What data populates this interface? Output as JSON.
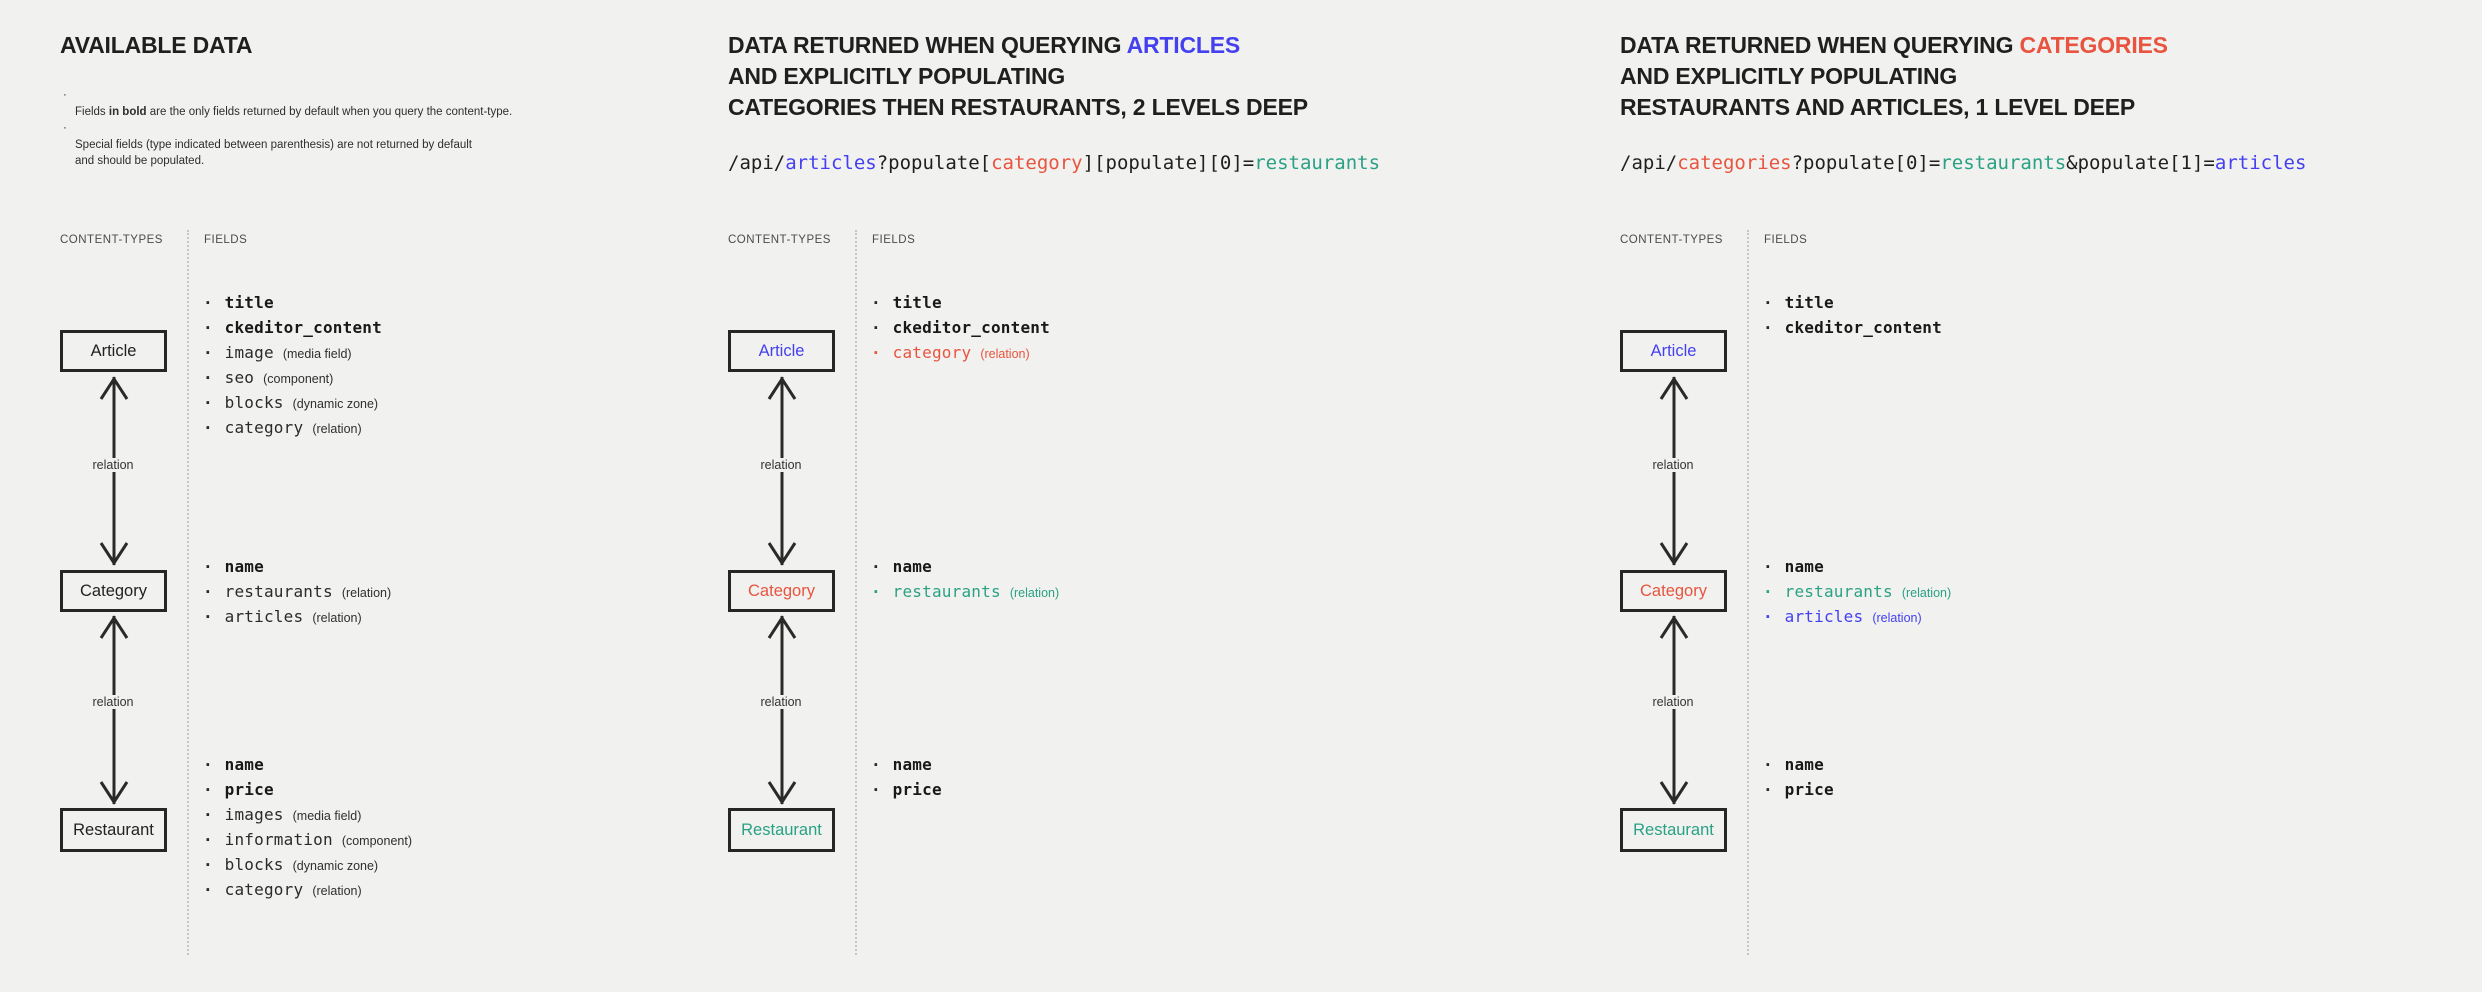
{
  "colors": {
    "background": "#f1f1ef",
    "ink": "#1f1f1f",
    "blue": "#4440f0",
    "red": "#e8543f",
    "teal": "#2aa184",
    "muted_label": "#4b4b4b"
  },
  "panels": [
    {
      "name": "available-data",
      "title_lines": [
        {
          "parts": [
            {
              "t": "AVAILABLE DATA",
              "cls": "seg c-ink"
            }
          ]
        }
      ],
      "notes": [
        {
          "parts": [
            {
              "t": "Fields ",
              "cls": "seg"
            },
            {
              "t": "in bold",
              "cls": "seg n-bold"
            },
            {
              "t": " are the only fields returned by default when you query the content-type.",
              "cls": "seg"
            }
          ]
        },
        {
          "parts": [
            {
              "t": "Special fields (type indicated between parenthesis) are not returned by default\nand should be populated.",
              "cls": "seg"
            }
          ]
        }
      ],
      "diagram": {
        "content_types_label": "CONTENT-TYPES",
        "fields_label": "FIELDS",
        "relation_label": "relation",
        "nodes": [
          {
            "label": "Article",
            "cls": "node-box nb-ink",
            "fields": [
              {
                "name": "title",
                "type": "",
                "cls": "fi bold"
              },
              {
                "name": "ckeditor_content",
                "type": "",
                "cls": "fi bold"
              },
              {
                "name": "image",
                "type": "(media field)",
                "cls": "fi"
              },
              {
                "name": "seo",
                "type": "(component)",
                "cls": "fi"
              },
              {
                "name": "blocks",
                "type": "(dynamic zone)",
                "cls": "fi"
              },
              {
                "name": "category",
                "type": "(relation)",
                "cls": "fi"
              }
            ]
          },
          {
            "label": "Category",
            "cls": "node-box nb-ink",
            "fields": [
              {
                "name": "name",
                "type": "",
                "cls": "fi bold"
              },
              {
                "name": "restaurants",
                "type": "(relation)",
                "cls": "fi"
              },
              {
                "name": "articles",
                "type": "(relation)",
                "cls": "fi"
              }
            ]
          },
          {
            "label": "Restaurant",
            "cls": "node-box nb-ink",
            "fields": [
              {
                "name": "name",
                "type": "",
                "cls": "fi bold"
              },
              {
                "name": "price",
                "type": "",
                "cls": "fi bold"
              },
              {
                "name": "images",
                "type": "(media field)",
                "cls": "fi"
              },
              {
                "name": "information",
                "type": "(component)",
                "cls": "fi"
              },
              {
                "name": "blocks",
                "type": "(dynamic zone)",
                "cls": "fi"
              },
              {
                "name": "category",
                "type": "(relation)",
                "cls": "fi"
              }
            ]
          }
        ]
      }
    },
    {
      "name": "query-articles",
      "title_lines": [
        {
          "parts": [
            {
              "t": "DATA RETURNED WHEN QUERYING ",
              "cls": "seg c-ink"
            },
            {
              "t": "ARTICLES",
              "cls": "seg c-blue"
            }
          ]
        },
        {
          "parts": [
            {
              "t": "AND EXPLICITLY POPULATING",
              "cls": "seg c-ink"
            }
          ]
        },
        {
          "parts": [
            {
              "t": "CATEGORIES THEN RESTAURANTS, 2 LEVELS DEEP",
              "cls": "seg c-ink"
            }
          ]
        }
      ],
      "api": [
        {
          "t": "/api/",
          "cls": "seg c-ink"
        },
        {
          "t": "articles",
          "cls": "seg c-blue"
        },
        {
          "t": "?populate[",
          "cls": "seg c-ink"
        },
        {
          "t": "category",
          "cls": "seg c-red"
        },
        {
          "t": "][populate][0]=",
          "cls": "seg c-ink"
        },
        {
          "t": "restaurants",
          "cls": "seg c-teal"
        }
      ],
      "diagram": {
        "content_types_label": "CONTENT-TYPES",
        "fields_label": "FIELDS",
        "relation_label": "relation",
        "nodes": [
          {
            "label": "Article",
            "cls": "node-box nb-blue",
            "fields": [
              {
                "name": "title",
                "type": "",
                "cls": "fi bold"
              },
              {
                "name": "ckeditor_content",
                "type": "",
                "cls": "fi bold"
              },
              {
                "name": "category",
                "type": "(relation)",
                "cls": "fi c-red"
              }
            ]
          },
          {
            "label": "Category",
            "cls": "node-box nb-red",
            "fields": [
              {
                "name": "name",
                "type": "",
                "cls": "fi bold"
              },
              {
                "name": "restaurants",
                "type": "(relation)",
                "cls": "fi c-teal"
              }
            ]
          },
          {
            "label": "Restaurant",
            "cls": "node-box nb-teal",
            "fields": [
              {
                "name": "name",
                "type": "",
                "cls": "fi bold"
              },
              {
                "name": "price",
                "type": "",
                "cls": "fi bold"
              }
            ]
          }
        ]
      }
    },
    {
      "name": "query-categories",
      "title_lines": [
        {
          "parts": [
            {
              "t": "DATA RETURNED WHEN QUERYING ",
              "cls": "seg c-ink"
            },
            {
              "t": "CATEGORIES",
              "cls": "seg c-red"
            }
          ]
        },
        {
          "parts": [
            {
              "t": "AND EXPLICITLY POPULATING",
              "cls": "seg c-ink"
            }
          ]
        },
        {
          "parts": [
            {
              "t": "RESTAURANTS AND ARTICLES, 1 LEVEL DEEP",
              "cls": "seg c-ink"
            }
          ]
        }
      ],
      "api": [
        {
          "t": "/api/",
          "cls": "seg c-ink"
        },
        {
          "t": "categories",
          "cls": "seg c-red"
        },
        {
          "t": "?populate[0]=",
          "cls": "seg c-ink"
        },
        {
          "t": "restaurants",
          "cls": "seg c-teal"
        },
        {
          "t": "&populate[1]=",
          "cls": "seg c-ink"
        },
        {
          "t": "articles",
          "cls": "seg c-blue"
        }
      ],
      "diagram": {
        "content_types_label": "CONTENT-TYPES",
        "fields_label": "FIELDS",
        "relation_label": "relation",
        "nodes": [
          {
            "label": "Article",
            "cls": "node-box nb-blue",
            "fields": [
              {
                "name": "title",
                "type": "",
                "cls": "fi bold"
              },
              {
                "name": "ckeditor_content",
                "type": "",
                "cls": "fi bold"
              }
            ]
          },
          {
            "label": "Category",
            "cls": "node-box nb-red",
            "fields": [
              {
                "name": "name",
                "type": "",
                "cls": "fi bold"
              },
              {
                "name": "restaurants",
                "type": "(relation)",
                "cls": "fi c-teal"
              },
              {
                "name": "articles",
                "type": "(relation)",
                "cls": "fi c-blue"
              }
            ]
          },
          {
            "label": "Restaurant",
            "cls": "node-box nb-teal",
            "fields": [
              {
                "name": "name",
                "type": "",
                "cls": "fi bold"
              },
              {
                "name": "price",
                "type": "",
                "cls": "fi bold"
              }
            ]
          }
        ]
      }
    }
  ]
}
